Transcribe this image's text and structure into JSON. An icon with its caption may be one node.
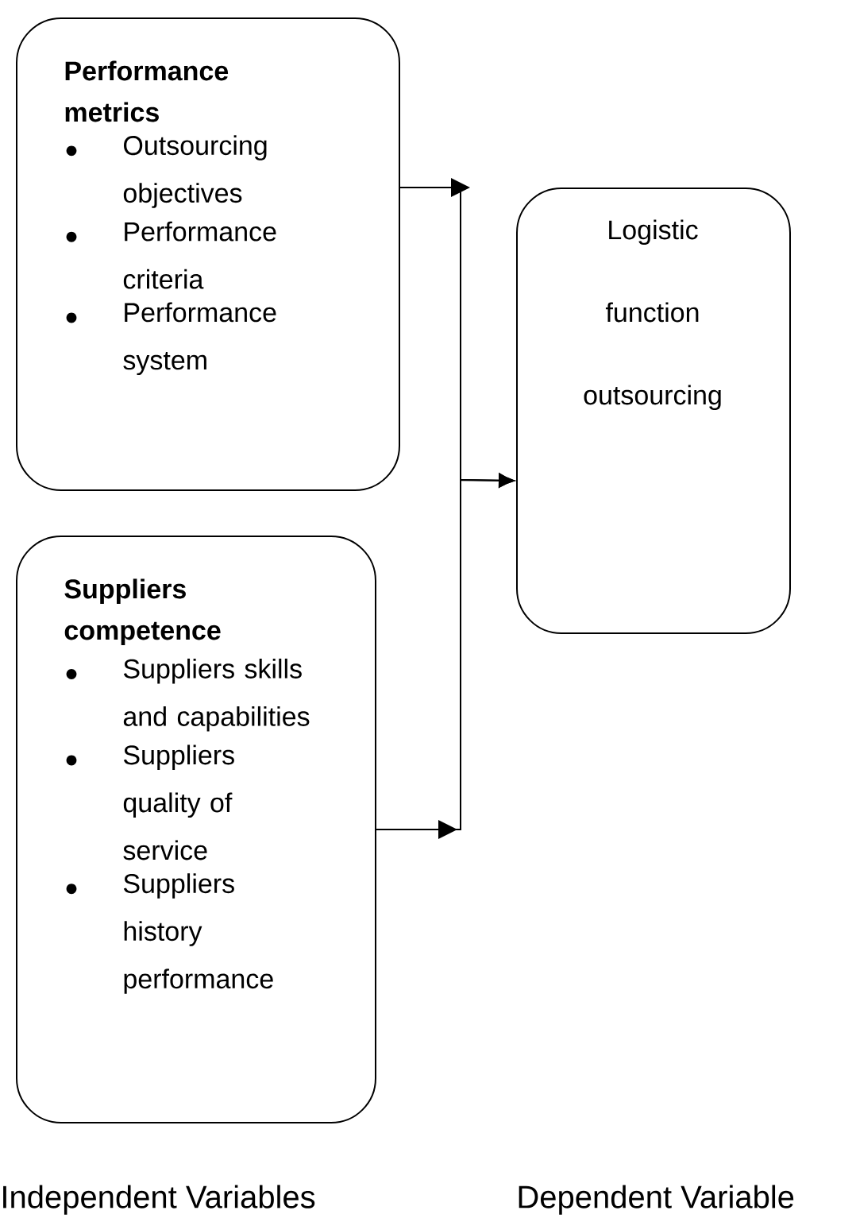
{
  "diagram": {
    "nodes": [
      {
        "text": [
          "Performance metrics",
          "Outsourcing objectives",
          "Performance criteria",
          "Performance system"
        ]
      },
      {
        "text": [
          "Suppliers competence",
          "Suppliers skills and capabilities",
          "Suppliers quality of service",
          "Suppliers history performance"
        ]
      },
      {
        "text": [
          "Logistic function outsourcing"
        ]
      }
    ],
    "edges": [
      {
        "from": 0,
        "to": 2,
        "arrow": "to"
      },
      {
        "from": 1,
        "to": 2,
        "arrow": "to"
      }
    ],
    "labels": [
      "Independent Variables",
      "Dependent Variable"
    ]
  }
}
